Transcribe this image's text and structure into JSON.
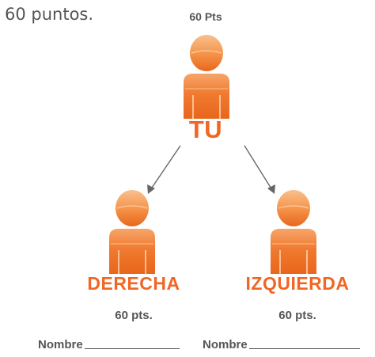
{
  "intro_text": "60 puntos.",
  "top": {
    "points": "60 Pts",
    "label": "TU"
  },
  "left": {
    "label": "DERECHA",
    "points": "60 pts."
  },
  "right": {
    "label": "IZQUIERDA",
    "points": "60 pts."
  },
  "name_fields": [
    {
      "label": "Nombre"
    },
    {
      "label": "Nombre"
    }
  ],
  "colors": {
    "accent": "#f26522",
    "person_light": "#f7a56a",
    "person_dark": "#e86a1f",
    "text": "#555555",
    "arrow": "#666666"
  },
  "icons": [
    "person-icon",
    "arrow-icon"
  ]
}
